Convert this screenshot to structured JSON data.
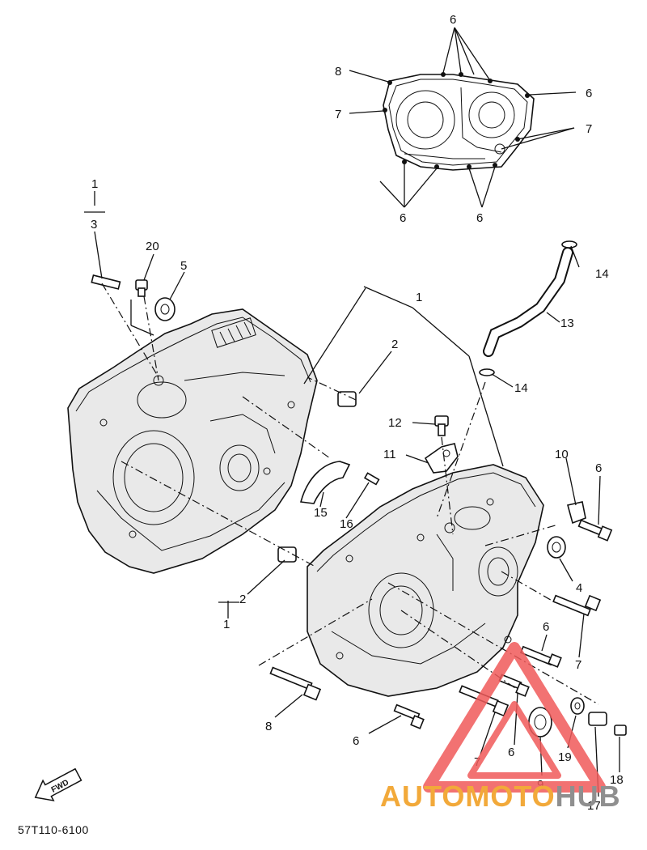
{
  "diagram": {
    "labels": [
      {
        "id": "p6-top",
        "text": "6"
      },
      {
        "id": "p8-top",
        "text": "8"
      },
      {
        "id": "p7-top-l",
        "text": "7"
      },
      {
        "id": "p6-top-r",
        "text": "6"
      },
      {
        "id": "p7-top-r",
        "text": "7"
      },
      {
        "id": "p6-top-bl",
        "text": "6"
      },
      {
        "id": "p6-top-br",
        "text": "6"
      },
      {
        "id": "set1-upper",
        "text": "1"
      },
      {
        "id": "set3-upper",
        "text": "3"
      },
      {
        "id": "p20",
        "text": "20"
      },
      {
        "id": "p5",
        "text": "5"
      },
      {
        "id": "p14-upper",
        "text": "14"
      },
      {
        "id": "p13",
        "text": "13"
      },
      {
        "id": "p1",
        "text": "1"
      },
      {
        "id": "p2-upper",
        "text": "2"
      },
      {
        "id": "p14-lower",
        "text": "14"
      },
      {
        "id": "p12",
        "text": "12"
      },
      {
        "id": "p11",
        "text": "11"
      },
      {
        "id": "p10",
        "text": "10"
      },
      {
        "id": "p6-right",
        "text": "6"
      },
      {
        "id": "p15",
        "text": "15"
      },
      {
        "id": "p16",
        "text": "16"
      },
      {
        "id": "p4",
        "text": "4"
      },
      {
        "id": "p2-lower",
        "text": "2"
      },
      {
        "id": "set1-lower",
        "text": "1"
      },
      {
        "id": "p6-mid",
        "text": "6"
      },
      {
        "id": "p7-mid",
        "text": "7"
      },
      {
        "id": "p8-bottom",
        "text": "8"
      },
      {
        "id": "p6-bottom",
        "text": "6"
      },
      {
        "id": "p7-bottom",
        "text": "7"
      },
      {
        "id": "p6-bottom-2",
        "text": "6"
      },
      {
        "id": "p9",
        "text": "9"
      },
      {
        "id": "p19",
        "text": "19"
      },
      {
        "id": "p18",
        "text": "18"
      },
      {
        "id": "p17",
        "text": "17"
      }
    ],
    "fwd_label": "FWD",
    "part_code": "57T110-6100"
  },
  "watermark": {
    "text_a": "AUTOMOTO",
    "text_b": "HUB",
    "color_a": "#f2a93a",
    "color_b": "#8f8f8f",
    "logo_color": "#f05a5a"
  }
}
